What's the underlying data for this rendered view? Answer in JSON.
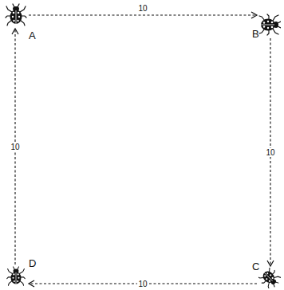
{
  "diagram": {
    "nodes": [
      {
        "text": [
          "A"
        ]
      },
      {
        "text": [
          "B"
        ]
      },
      {
        "text": [
          "C"
        ]
      },
      {
        "text": [
          "D"
        ]
      }
    ],
    "edges": [
      {
        "from": 0,
        "to": 1,
        "arrow": "to",
        "label": "10"
      },
      {
        "from": 1,
        "to": 2,
        "arrow": "to",
        "label": "10"
      },
      {
        "from": 2,
        "to": 3,
        "arrow": "to",
        "label": "10"
      },
      {
        "from": 3,
        "to": 0,
        "arrow": "to",
        "label": "10"
      }
    ]
  }
}
